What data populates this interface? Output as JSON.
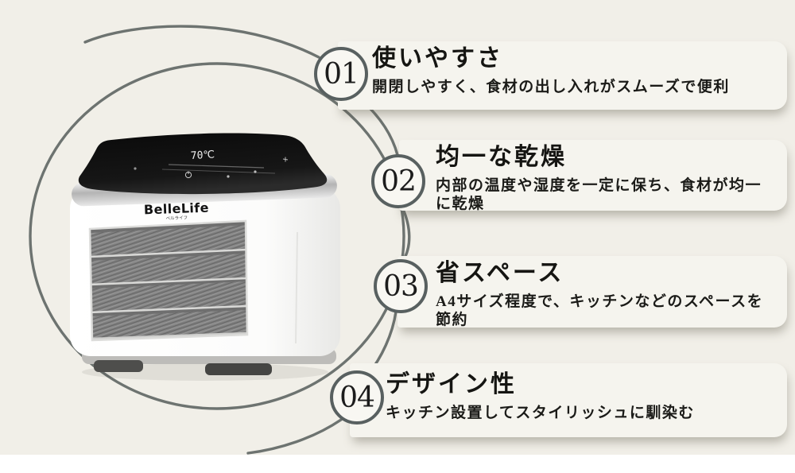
{
  "page": {
    "type": "product-feature-infographic",
    "colors": {
      "background": "#f1efe8",
      "card": "#f5f4ee",
      "connector_line": "#6d7370",
      "badge_ring": "#586060",
      "text": "#1b1b18",
      "bottom_strip": "#ffffff"
    }
  },
  "product": {
    "brand": "BelleLife",
    "brand_sub": "ベルライフ",
    "display_reading": "70℃",
    "icons": [
      "power-icon"
    ]
  },
  "features": [
    {
      "number": "01",
      "title": "使いやすさ",
      "description": "開閉しやすく、食材の出し入れがスムーズで便利"
    },
    {
      "number": "02",
      "title": "均一な乾燥",
      "description": "内部の温度や湿度を一定に保ち、食材が均一\nに乾燥"
    },
    {
      "number": "03",
      "title": "省スペース",
      "description": "A4サイズ程度で、キッチンなどのスペースを\n節約"
    },
    {
      "number": "04",
      "title": "デザイン性",
      "description": "キッチン設置してスタイリッシュに馴染む"
    }
  ]
}
